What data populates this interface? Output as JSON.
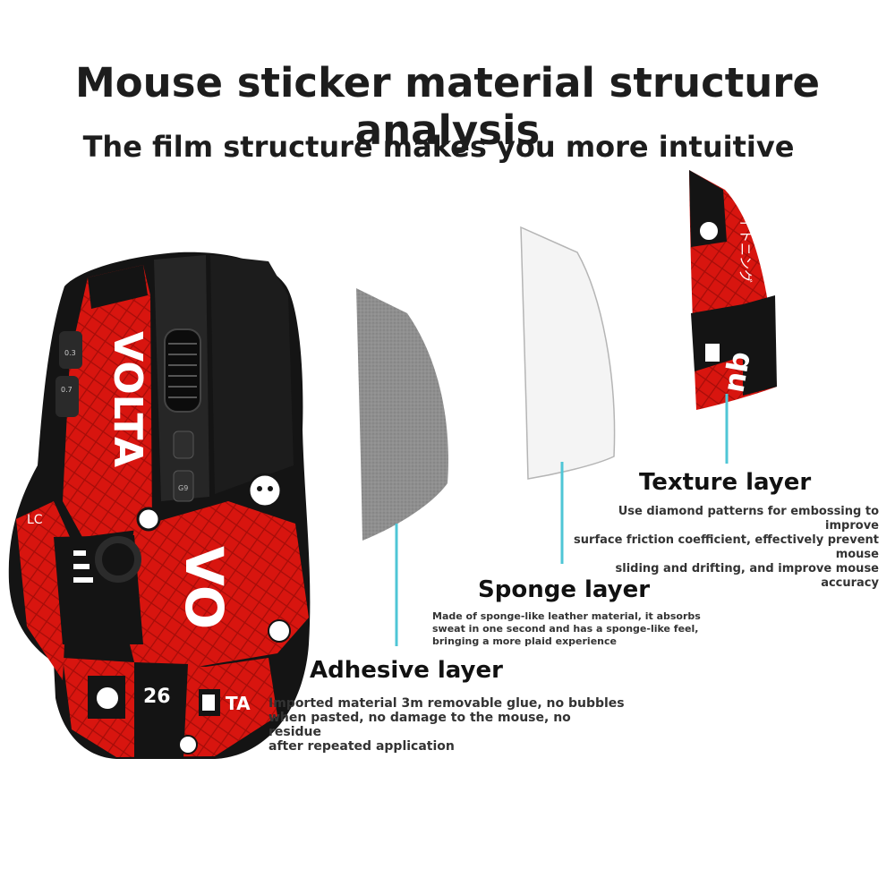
{
  "header": {
    "title": "Mouse sticker material structure analysis",
    "subtitle": "The film structure makes you more intuitive"
  },
  "colors": {
    "sticker_red": "#d8150f",
    "sticker_black": "#141414",
    "adhesive_gray": "#8d8d8d",
    "leader_line": "#4fc6d6"
  },
  "mouse": {
    "sticker_texts": [
      "VOLTA",
      "VOLTA",
      "LC",
      "26",
      "TA",
      "0.3",
      "0.7",
      "G9"
    ]
  },
  "texture_sticker": {
    "texts": [
      "ライトニング",
      "nb"
    ]
  },
  "layers": {
    "texture": {
      "title": "Texture layer",
      "desc_lines": [
        "Use diamond patterns for embossing to improve",
        "surface friction coefficient, effectively prevent mouse",
        "sliding and drifting, and improve mouse accuracy"
      ]
    },
    "sponge": {
      "title": "Sponge layer",
      "desc_lines": [
        "Made of sponge-like leather material, it absorbs",
        "sweat in one second and has a sponge-like feel,",
        "bringing a more plaid experience"
      ]
    },
    "adhesive": {
      "title": "Adhesive layer",
      "desc_lines": [
        "Imported material 3m removable glue, no bubbles",
        "when pasted, no damage to the mouse, no residue",
        "after repeated application"
      ]
    }
  }
}
